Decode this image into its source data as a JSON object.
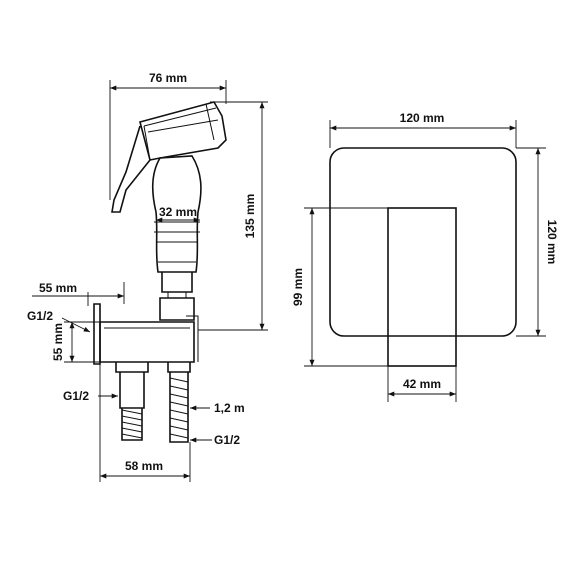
{
  "labels": {
    "sprayer_width": "76 mm",
    "sprayer_height": "135 mm",
    "handle_width": "32 mm",
    "holder_depth": "55 mm",
    "thread_top": "G1/2",
    "holder_height": "55 mm",
    "thread_bottom_left": "G1/2",
    "hose_length": "1,2 m",
    "thread_bottom_right": "G1/2",
    "base_width": "58 mm",
    "plate_width": "120 mm",
    "plate_height": "120 mm",
    "lever_height": "99 mm",
    "lever_width": "42 mm"
  },
  "colors": {
    "line": "#111111",
    "background": "#ffffff"
  }
}
